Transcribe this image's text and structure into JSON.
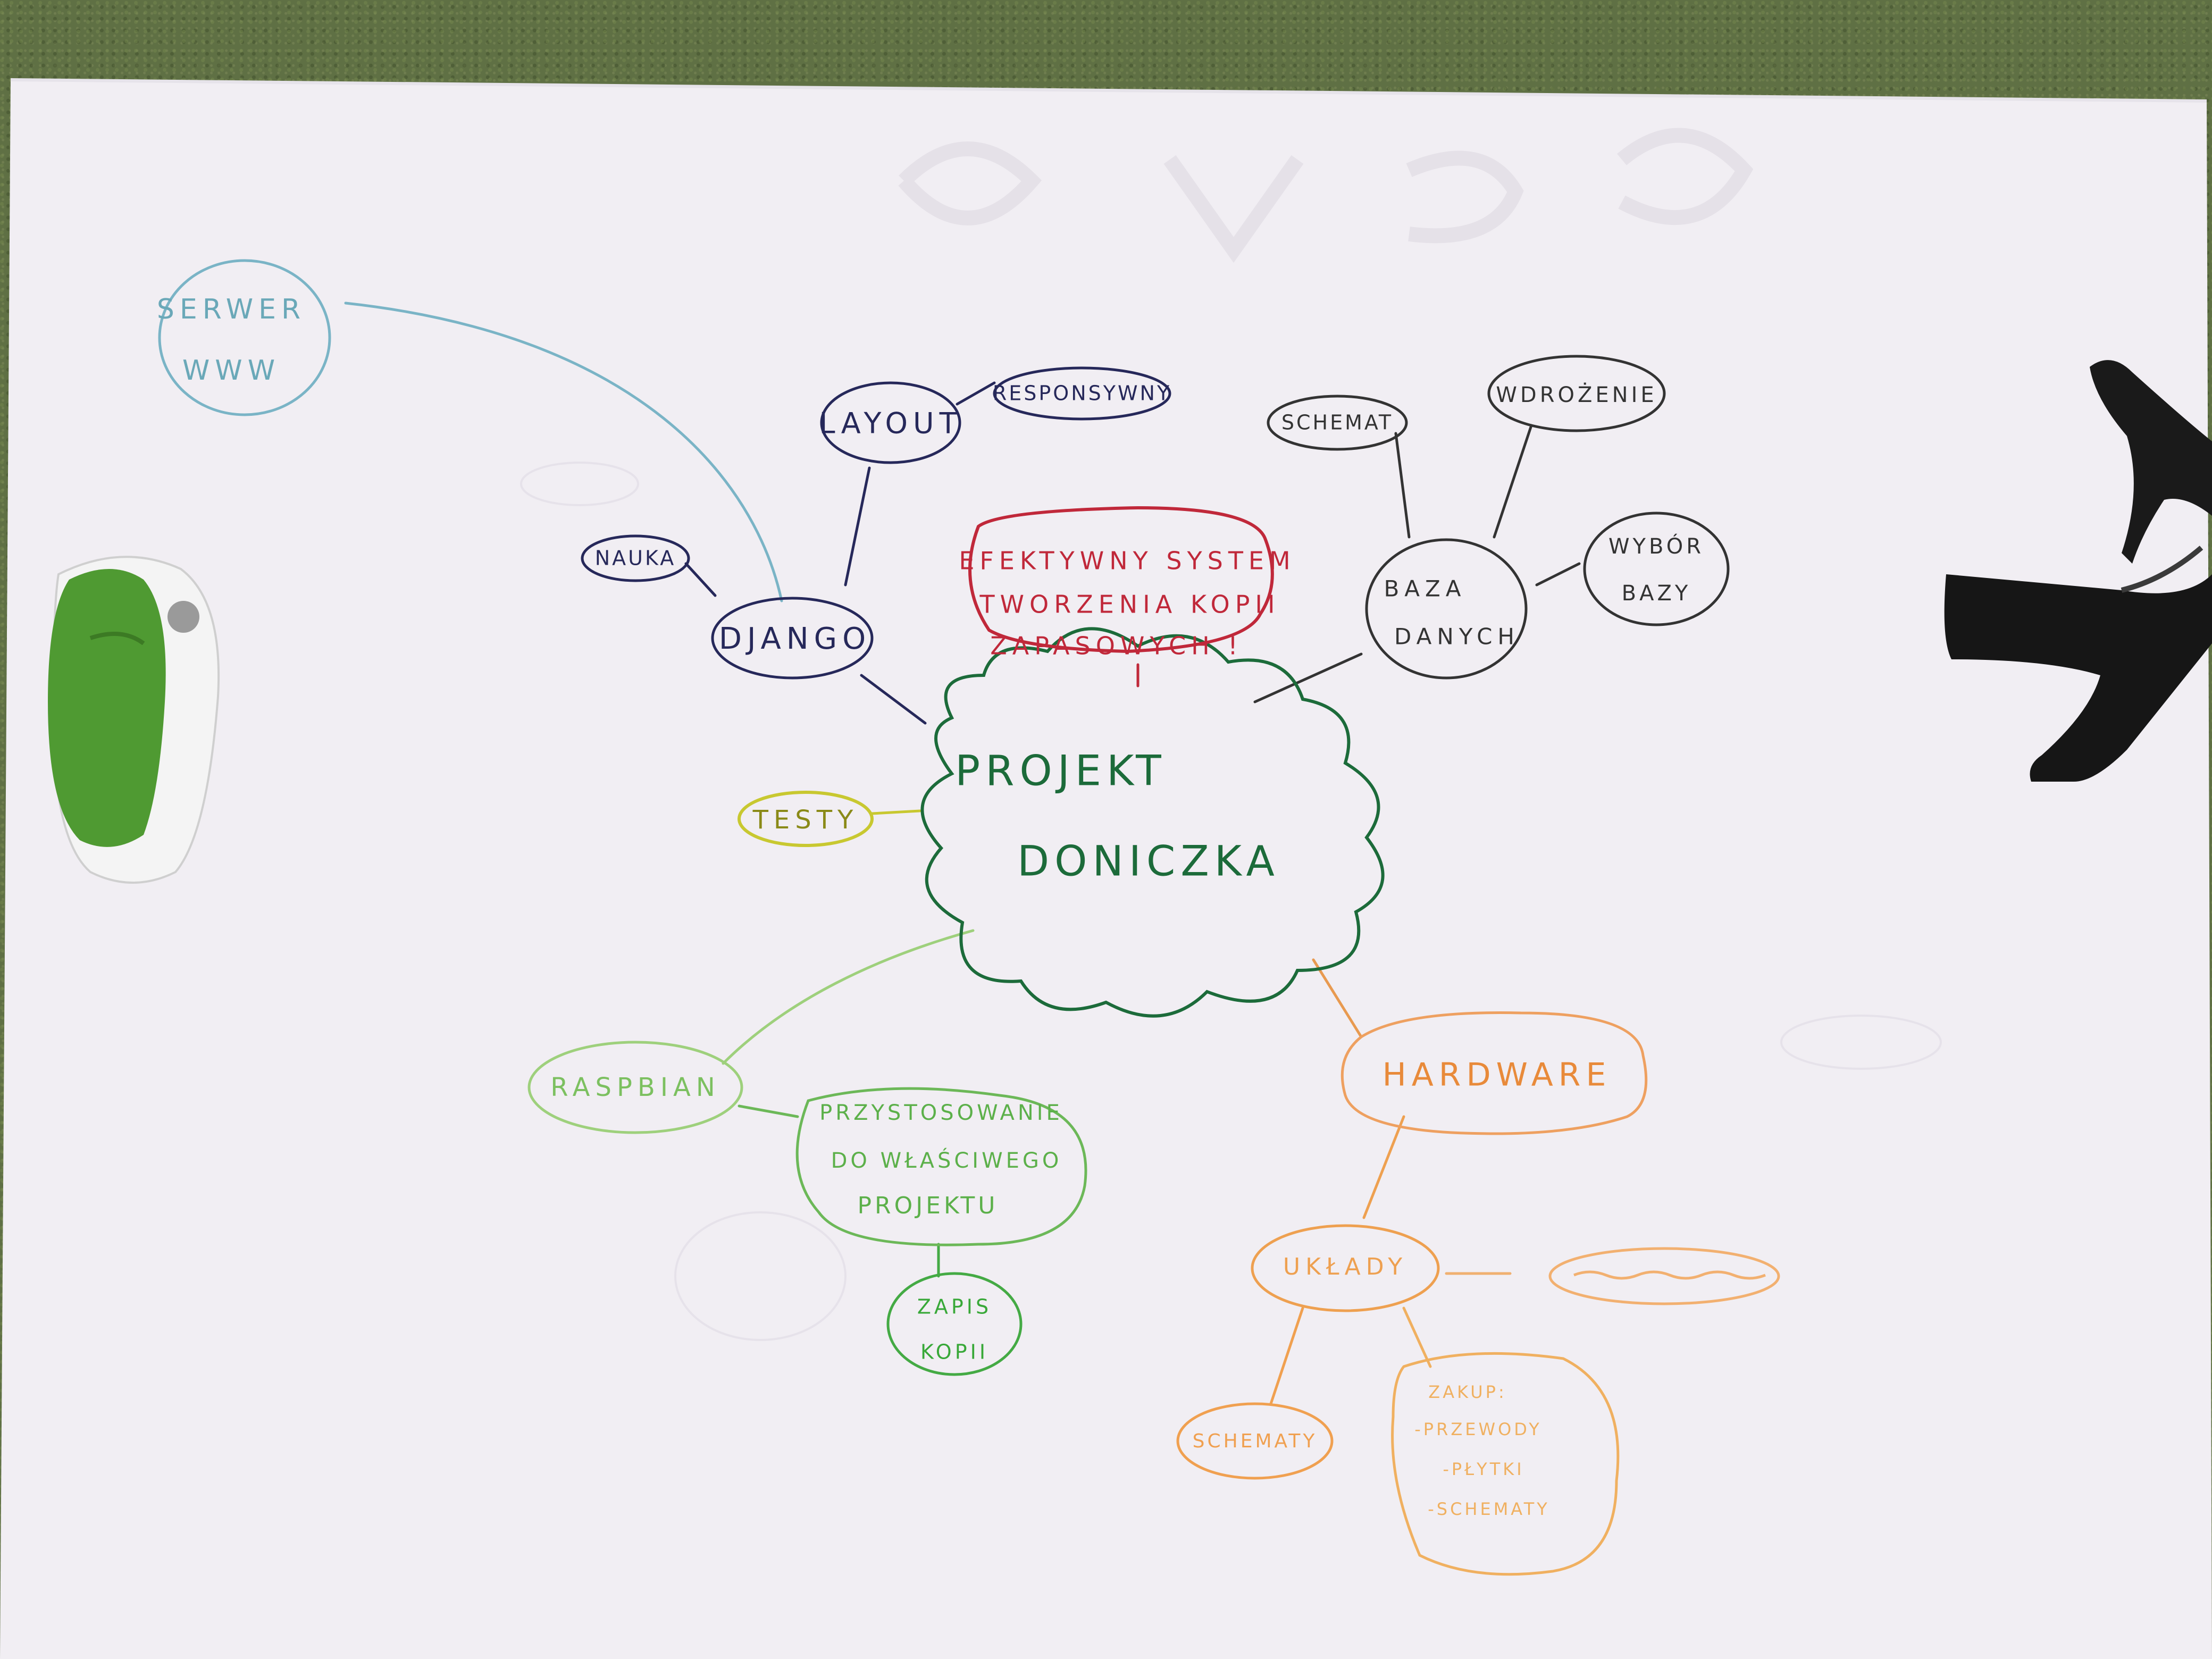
{
  "nodes": {
    "center": {
      "lines": [
        "PROJEKT",
        "DONICZKA"
      ],
      "color": "#1c6b3a"
    },
    "goal": {
      "lines": [
        "EFEKTYWNY SYSTEM",
        "TWORZENIA KOPII",
        "ZAPASOWYCH !"
      ],
      "color": "#c0283a"
    },
    "django": {
      "lines": [
        "DJANGO"
      ],
      "color": "#26285a"
    },
    "layout": {
      "lines": [
        "LAYOUT"
      ],
      "color": "#26285a"
    },
    "responsywny": {
      "lines": [
        "RESPONSYWNY"
      ],
      "color": "#26285a"
    },
    "nauka": {
      "lines": [
        "NAUKA"
      ],
      "color": "#26285a"
    },
    "serwer": {
      "lines": [
        "SERWER",
        "WWW"
      ],
      "color": "#6aa8b8"
    },
    "baza": {
      "lines": [
        "BAZA",
        "DANYCH"
      ],
      "color": "#333333"
    },
    "schemat": {
      "lines": [
        "SCHEMAT"
      ],
      "color": "#333333"
    },
    "wdrozenie": {
      "lines": [
        "WDROŻENIE"
      ],
      "color": "#333333"
    },
    "wybor": {
      "lines": [
        "WYBÓR",
        "BAZY"
      ],
      "color": "#333333"
    },
    "testy": {
      "lines": [
        "TESTY"
      ],
      "color": "#b8b820"
    },
    "raspbian": {
      "lines": [
        "RASPBIAN"
      ],
      "color": "#7cc060"
    },
    "przystosowanie": {
      "lines": [
        "PRZYSTOSOWANIE",
        "DO WŁAŚCIWEGO",
        "PROJEKTU"
      ],
      "color": "#5cb04a"
    },
    "zapis": {
      "lines": [
        "ZAPIS",
        "KOPII"
      ],
      "color": "#38a838"
    },
    "hardware": {
      "lines": [
        "HARDWARE"
      ],
      "color": "#e88a3a"
    },
    "uklady": {
      "lines": [
        "UKŁADY"
      ],
      "color": "#eea050"
    },
    "schematy": {
      "lines": [
        "SCHEMATY"
      ],
      "color": "#f0a050"
    },
    "zakup": {
      "lines": [
        "ZAKUP:",
        "-PRZEWODY",
        "-PŁYTKI",
        "-SCHEMATY"
      ],
      "color": "#f0b060"
    }
  }
}
